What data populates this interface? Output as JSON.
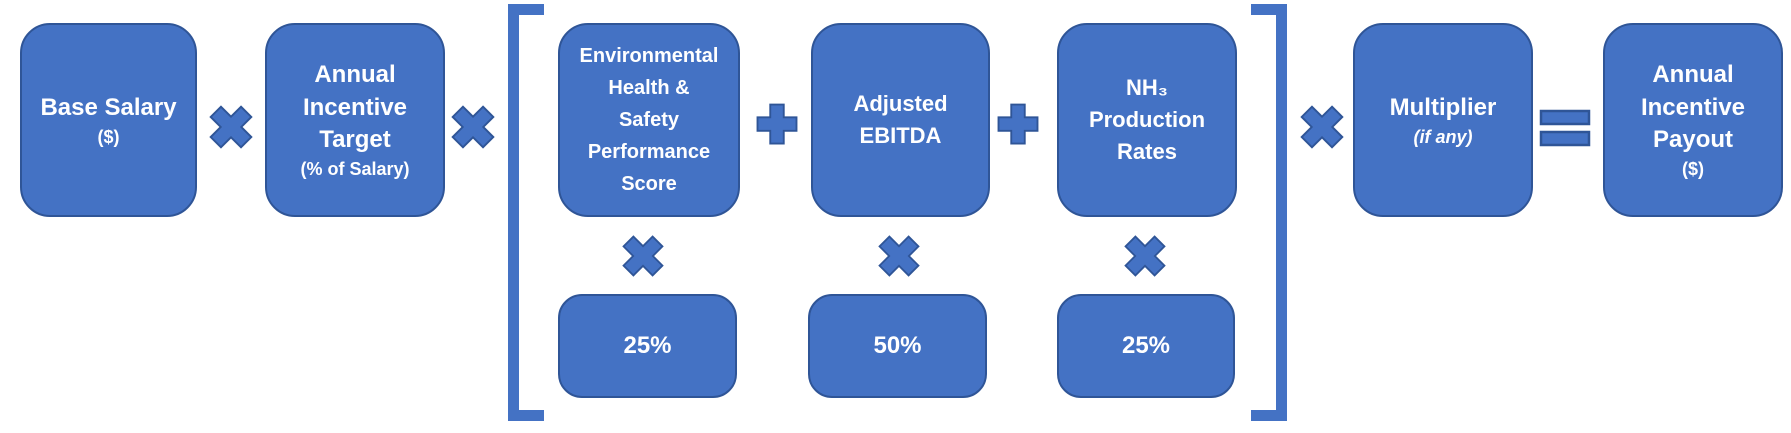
{
  "palette": {
    "box_fill": "#4472C4",
    "box_border": "#2F5597",
    "text_color": "#FFFFFF",
    "background": "#FFFFFF"
  },
  "formula": {
    "base_salary": {
      "title": "Base Salary",
      "note": "($)"
    },
    "annual_incentive_target": {
      "title": "Annual\nIncentive\nTarget",
      "note": "(% of Salary)"
    },
    "ehs_score": {
      "title": "Environmental\nHealth &\nSafety\nPerformance\nScore",
      "weight": "25%"
    },
    "adjusted_ebitda": {
      "title": "Adjusted\nEBITDA",
      "weight": "50%"
    },
    "nh3_production_rates": {
      "title": "NH₃\nProduction\nRates",
      "weight": "25%"
    },
    "multiplier": {
      "title": "Multiplier",
      "note": "(if any)"
    },
    "annual_incentive_payout": {
      "title": "Annual\nIncentive\nPayout",
      "note": "($)"
    },
    "operators": {
      "multiply": "×",
      "plus": "+",
      "equals": "="
    }
  }
}
